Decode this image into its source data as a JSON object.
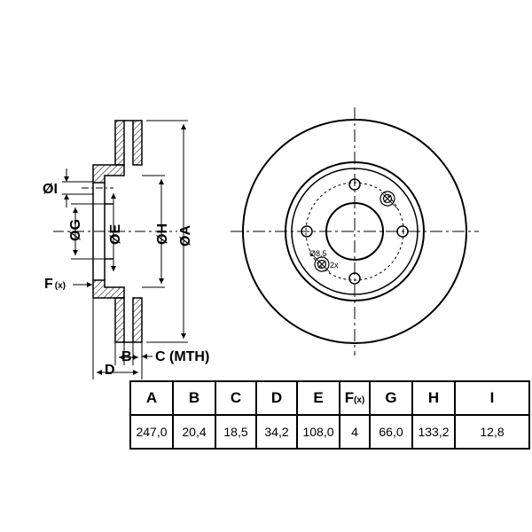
{
  "labels": {
    "dia_i": "ØI",
    "dia_g": "ØG",
    "dia_e": "ØE",
    "dia_h": "ØH",
    "dia_a": "ØA",
    "f": "F",
    "f_sub": "(x)",
    "b": "B",
    "c_mth": "C (MTH)",
    "d": "D",
    "hole_dia": "Ø8,5",
    "hole_count": "2x"
  },
  "table": {
    "headers": [
      "A",
      "B",
      "C",
      "D",
      "E",
      "F",
      "G",
      "H",
      "I"
    ],
    "header_sub": {
      "F": "(x)"
    },
    "values": [
      "247,0",
      "20,4",
      "18,5",
      "34,2",
      "108,0",
      "4",
      "66,0",
      "133,2",
      "12,8"
    ]
  }
}
